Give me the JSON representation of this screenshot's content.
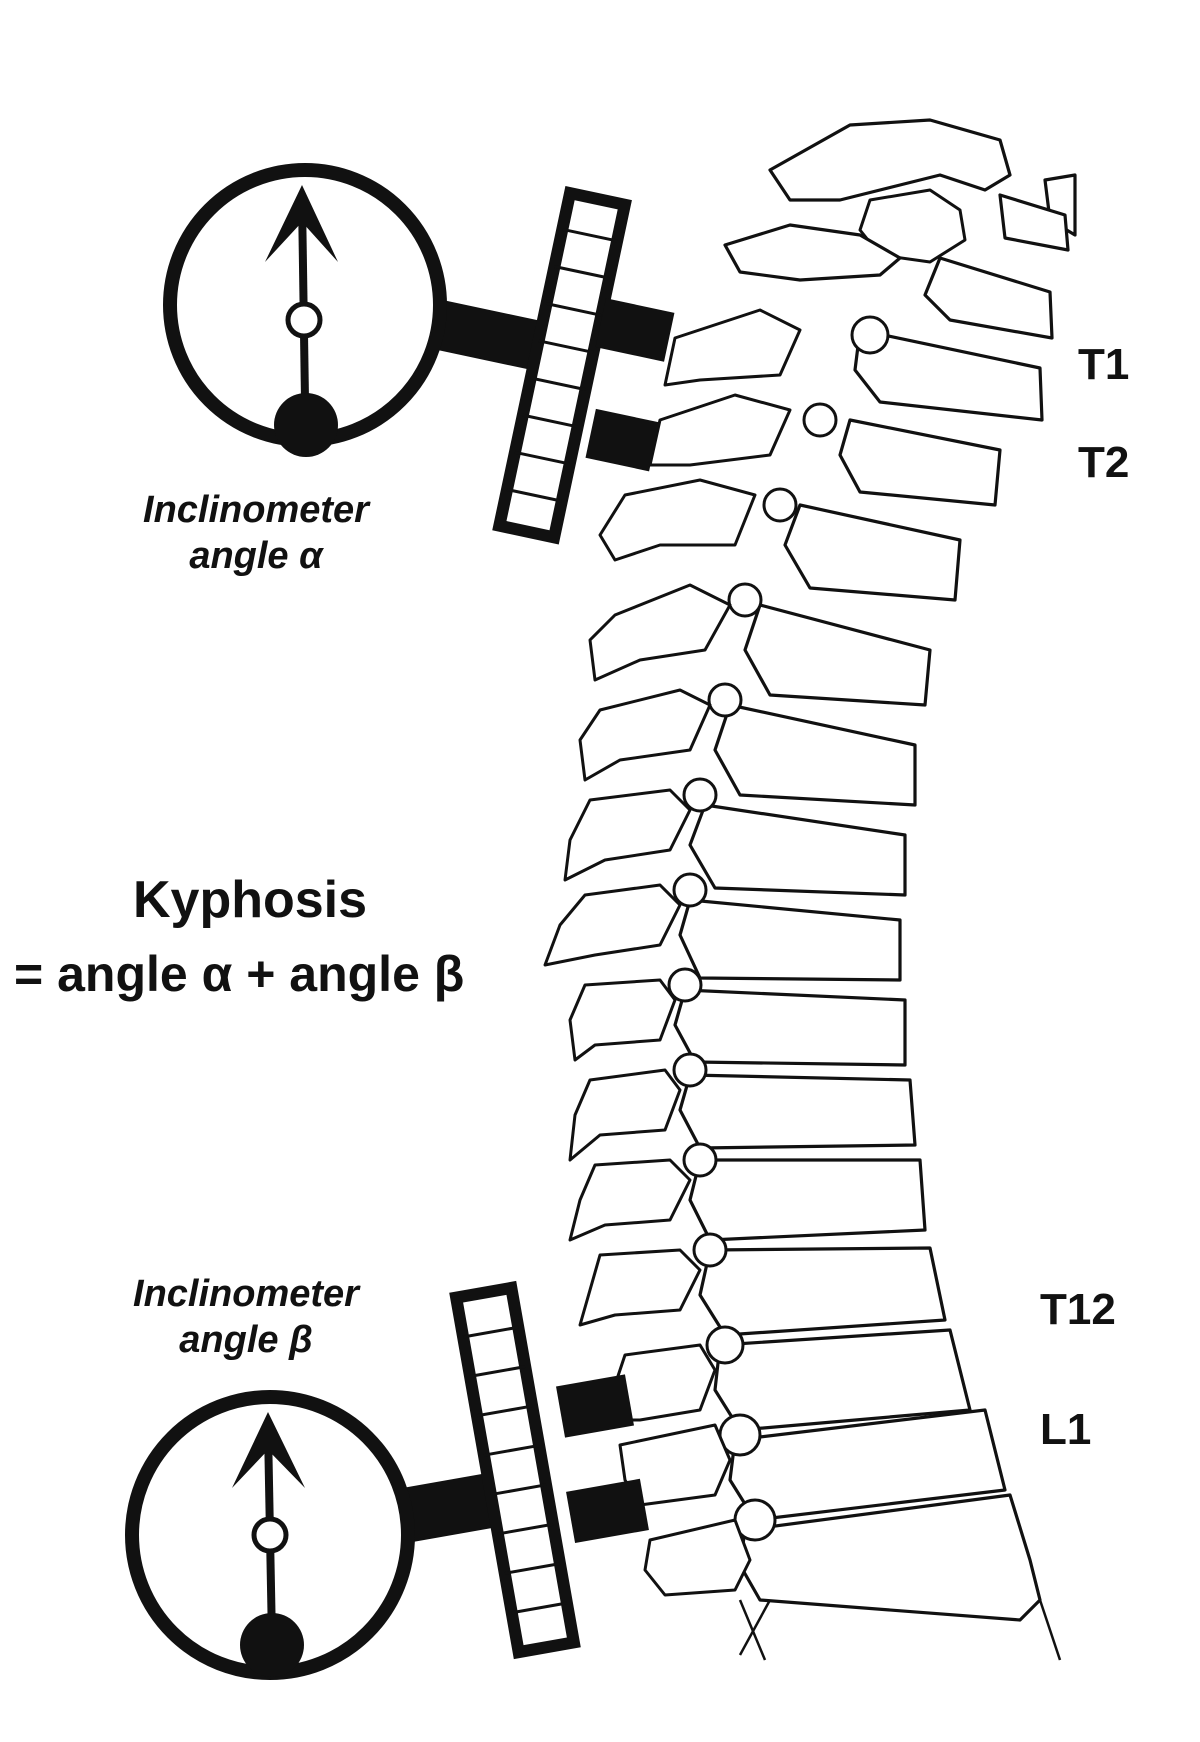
{
  "labels": {
    "t1": "T1",
    "t2": "T2",
    "t12": "T12",
    "l1": "L1"
  },
  "inclinometer_top": {
    "line1": "Inclinometer",
    "line2": "angle α"
  },
  "inclinometer_bottom": {
    "line1": "Inclinometer",
    "line2": "angle β"
  },
  "kyphosis": {
    "title": "Kyphosis",
    "formula": "= angle α + angle β"
  },
  "colors": {
    "ink": "#111111",
    "background": "#ffffff"
  }
}
